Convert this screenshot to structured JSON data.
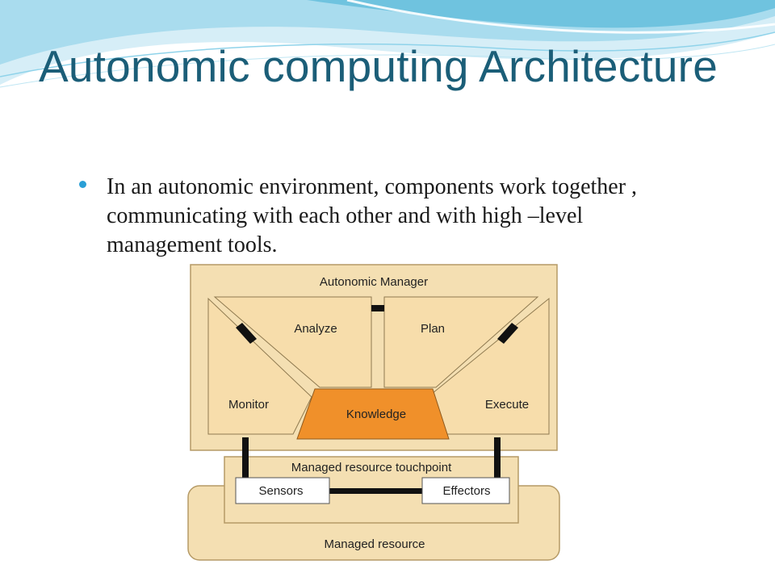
{
  "slide": {
    "title": "Autonomic computing Architecture",
    "bullet": "In an autonomic environment, components work together , communicating with each other and with high –level management tools."
  },
  "diagram": {
    "autonomic_manager": "Autonomic Manager",
    "analyze": "Analyze",
    "plan": "Plan",
    "monitor": "Monitor",
    "execute": "Execute",
    "knowledge": "Knowledge",
    "touchpoint": "Managed resource touchpoint",
    "sensors": "Sensors",
    "effectors": "Effectors",
    "managed_resource": "Managed resource"
  },
  "colors": {
    "title": "#1b5e78",
    "bullet_dot": "#2a9fd6",
    "panel_fill": "#f4dfb2",
    "panel_stroke": "#b59a66",
    "knowledge_fill": "#f0902a",
    "wave_light": "#bfe6f3",
    "wave_dark": "#7ccbe3"
  }
}
